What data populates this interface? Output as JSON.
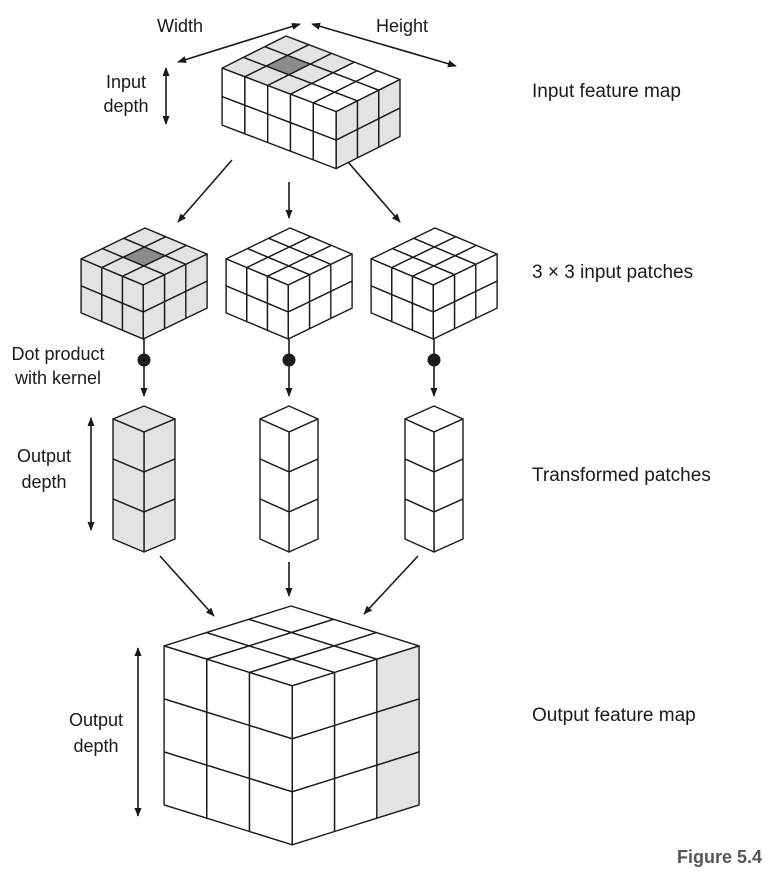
{
  "labels": {
    "width": "Width",
    "height": "Height",
    "input_depth": [
      "Input",
      "depth"
    ],
    "dot_product": [
      "Dot product",
      "with kernel"
    ],
    "output_depth_1": [
      "Output",
      "depth"
    ],
    "output_depth_2": [
      "Output",
      "depth"
    ]
  },
  "stages": {
    "input_feature_map": "Input feature map",
    "input_patches": "3 × 3 input patches",
    "transformed_patches": "Transformed patches",
    "output_feature_map": "Output feature map"
  },
  "figure_label": "Figure 5.4",
  "colors": {
    "line": "#1a1a1a",
    "highlight_fill": "#e3e3e3",
    "center_cell_fill": "#8c8c8c",
    "cell_fill": "#ffffff"
  }
}
